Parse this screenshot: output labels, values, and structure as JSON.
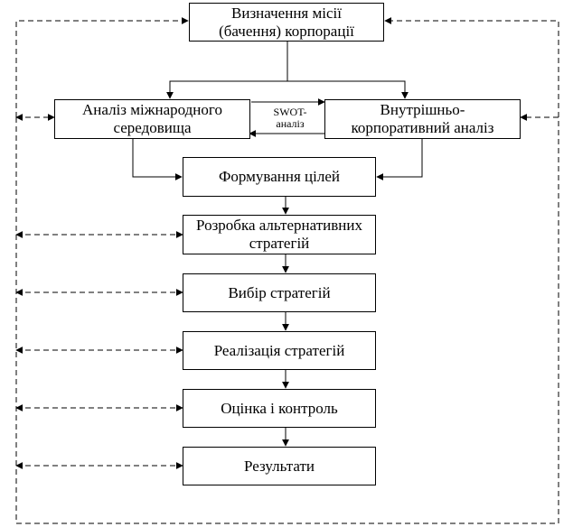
{
  "mission": {
    "line1": "Визначення місії",
    "line2": "(бачення) корпорації"
  },
  "intl_analysis": {
    "line1": "Аналіз міжнародного",
    "line2": "середовища"
  },
  "internal_analysis": {
    "line1": "Внутрішньо-",
    "line2": "корпоративний аналіз"
  },
  "swot": {
    "line1": "SWOT-",
    "line2": "аналіз"
  },
  "goals": {
    "label": "Формування цілей"
  },
  "alternatives": {
    "line1": "Розробка альтернативних",
    "line2": "стратегій"
  },
  "choice": {
    "label": "Вибір стратегій"
  },
  "implementation": {
    "label": "Реалізація стратегій"
  },
  "control": {
    "label": "Оцінка і контроль"
  },
  "results": {
    "label": "Результати"
  },
  "colors": {
    "stroke": "#000000",
    "background": "#ffffff"
  }
}
